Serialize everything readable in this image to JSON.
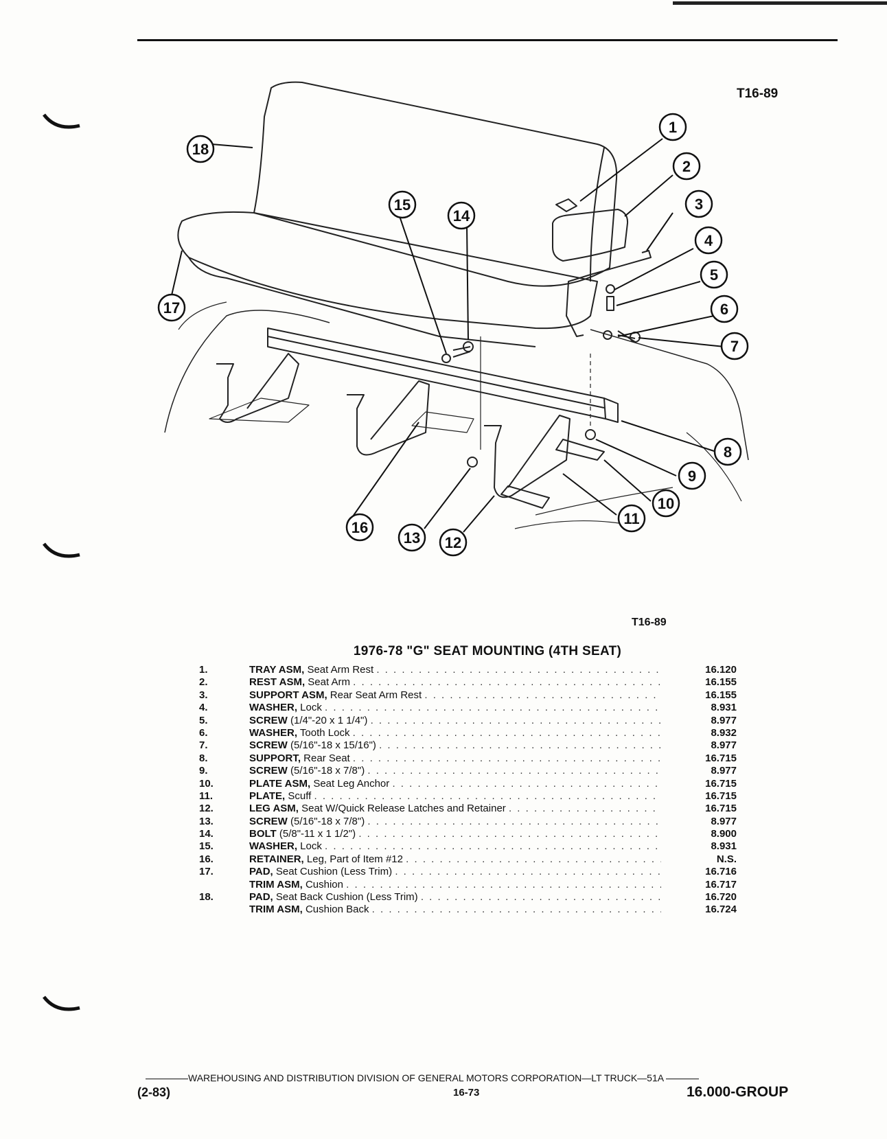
{
  "figure_code_top": "T16-89",
  "figure_code_bottom": "T16-89",
  "title": "1976-78 \"G\" SEAT MOUNTING (4TH SEAT)",
  "callouts": [
    "1",
    "2",
    "3",
    "4",
    "5",
    "6",
    "7",
    "8",
    "9",
    "10",
    "11",
    "12",
    "13",
    "14",
    "15",
    "16",
    "17",
    "18"
  ],
  "parts": [
    {
      "num": "1.",
      "name": "TRAY ASM,",
      "desc": " Seat Arm Rest",
      "group": "16.120"
    },
    {
      "num": "2.",
      "name": "REST ASM,",
      "desc": " Seat Arm",
      "group": "16.155"
    },
    {
      "num": "3.",
      "name": "SUPPORT ASM,",
      "desc": " Rear Seat Arm Rest",
      "group": "16.155"
    },
    {
      "num": "4.",
      "name": "WASHER,",
      "desc": " Lock",
      "group": "8.931"
    },
    {
      "num": "5.",
      "name": "SCREW",
      "desc": " (1/4\"-20 x 1 1/4\")",
      "group": "8.977"
    },
    {
      "num": "6.",
      "name": "WASHER,",
      "desc": " Tooth Lock",
      "group": "8.932"
    },
    {
      "num": "7.",
      "name": "SCREW",
      "desc": " (5/16\"-18 x 15/16\")",
      "group": "8.977"
    },
    {
      "num": "8.",
      "name": "SUPPORT,",
      "desc": " Rear Seat",
      "group": "16.715"
    },
    {
      "num": "9.",
      "name": "SCREW",
      "desc": " (5/16\"-18 x 7/8\")",
      "group": "8.977"
    },
    {
      "num": "10.",
      "name": "PLATE ASM,",
      "desc": " Seat Leg Anchor",
      "group": "16.715"
    },
    {
      "num": "11.",
      "name": "PLATE,",
      "desc": " Scuff",
      "group": "16.715"
    },
    {
      "num": "12.",
      "name": "LEG ASM,",
      "desc": " Seat W/Quick Release Latches and Retainer",
      "group": "16.715"
    },
    {
      "num": "13.",
      "name": "SCREW",
      "desc": " (5/16\"-18 x 7/8\")",
      "group": "8.977"
    },
    {
      "num": "14.",
      "name": "BOLT",
      "desc": " (5/8\"-11 x 1 1/2\")",
      "group": "8.900"
    },
    {
      "num": "15.",
      "name": "WASHER,",
      "desc": " Lock",
      "group": "8.931"
    },
    {
      "num": "16.",
      "name": "RETAINER,",
      "desc": " Leg, Part of Item #12",
      "group": "N.S."
    },
    {
      "num": "17.",
      "name": "PAD,",
      "desc": " Seat Cushion (Less Trim)",
      "group": "16.716"
    },
    {
      "num": "",
      "name": "TRIM ASM,",
      "desc": " Cushion",
      "group": "16.717"
    },
    {
      "num": "18.",
      "name": "PAD,",
      "desc": " Seat Back Cushion (Less Trim)",
      "group": "16.720"
    },
    {
      "num": "",
      "name": "TRIM ASM,",
      "desc": " Cushion Back",
      "group": "16.724"
    }
  ],
  "footer": {
    "division": "WAREHOUSING AND DISTRIBUTION  DIVISION OF GENERAL MOTORS CORPORATION—LT TRUCK—51A",
    "date": "(2-83)",
    "page": "16-73",
    "group": "16.000-GROUP"
  }
}
